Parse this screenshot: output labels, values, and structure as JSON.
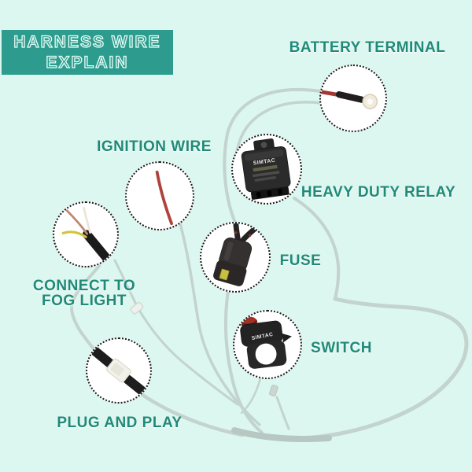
{
  "header": {
    "line1": "HARNESS WIRE",
    "line2": "EXPLAIN"
  },
  "labels": {
    "battery": "BATTERY TERMINAL",
    "ignition": "IGNITION WIRE",
    "relay": "HEAVY DUTY RELAY",
    "fuse": "FUSE",
    "switch": "SWITCH",
    "fog_line1": "CONNECT TO",
    "fog_line2": "FOG LIGHT",
    "plug": "PLUG AND PLAY"
  },
  "brand": {
    "name": "SIMTAC"
  },
  "colors": {
    "background": "#dcf6f0",
    "badge": "#2d9c8e",
    "label_text": "#1f8a78",
    "wire": "#c3d3cd",
    "wire_dark": "#b7c8c2",
    "circle_border": "#1a1a1a",
    "circle_fill": "#ffffff",
    "ignition_red": "#b0423c"
  }
}
